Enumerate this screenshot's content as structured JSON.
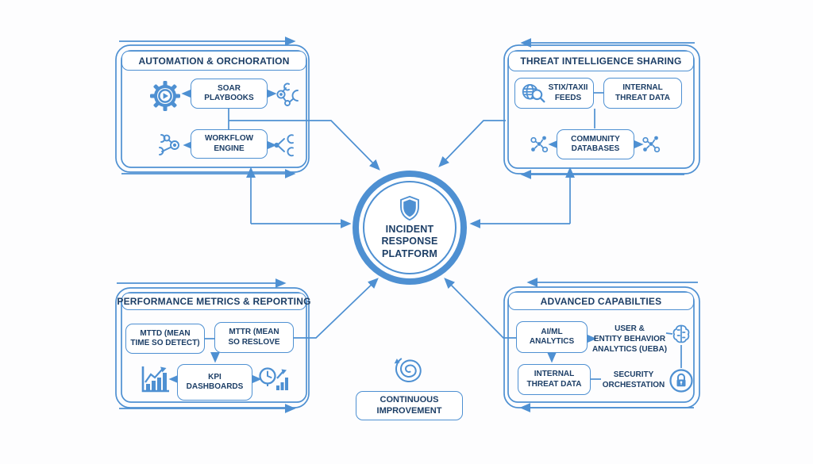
{
  "colors": {
    "accent_blue": "#4E90D2",
    "text_navy": "#1C3E66",
    "background": "#FFFFFF"
  },
  "center": {
    "label": "INCIDENT\nRESPONSE\nPLATFORM"
  },
  "quadrants": {
    "automation": {
      "title": "AUTOMATION & ORCHORATION",
      "soar": "SOAR\nPLAYBOOKS",
      "workflow": "WORKFLOW\nENGINE"
    },
    "threat": {
      "title": "THREAT INTELLIGENCE SHARING",
      "stix": "STIX/TAXII\nFEEDS",
      "internal": "INTERNAL\nTHREAT DATA",
      "community": "COMMUNITY\nDATABASES"
    },
    "performance": {
      "title": "PERFORMANCE METRICS & REPORTING",
      "mttd": "MTTD (MEAN\nTIME SO DETECT)",
      "mttr": "MTTR (MEAN\nSO RESLOVE",
      "kpi": "KPI DASHBOARDS"
    },
    "advanced": {
      "title": "ADVANCED CAPABILTIES",
      "aiml": "AI/ML\nANALYTICS",
      "internal": "INTERNAL\nTHREAT DATA",
      "ueba": "USER &\nENTITY BEHAVIOR\nANALYTICS (UEBA)",
      "security": "SECURITY\nORCHESTATION"
    }
  },
  "loop": {
    "label": "CONTINUOUS\nIMPROVEMENT"
  },
  "icons": {
    "gear-play-icon": "⚙▶",
    "tool-network-icon": "🔧",
    "robot-arm-icon": "🦾",
    "fork-branch-icon": "⑂",
    "globe-search-icon": "🌐🔍",
    "scatter-network-icon": "⁘",
    "chart-up-icon": "📊↗",
    "clock-chart-icon": "🕐📊",
    "brain-icon": "🧠",
    "lock-icon": "🔒",
    "shield-icon": "🛡",
    "spiral-loop-icon": "↺"
  }
}
